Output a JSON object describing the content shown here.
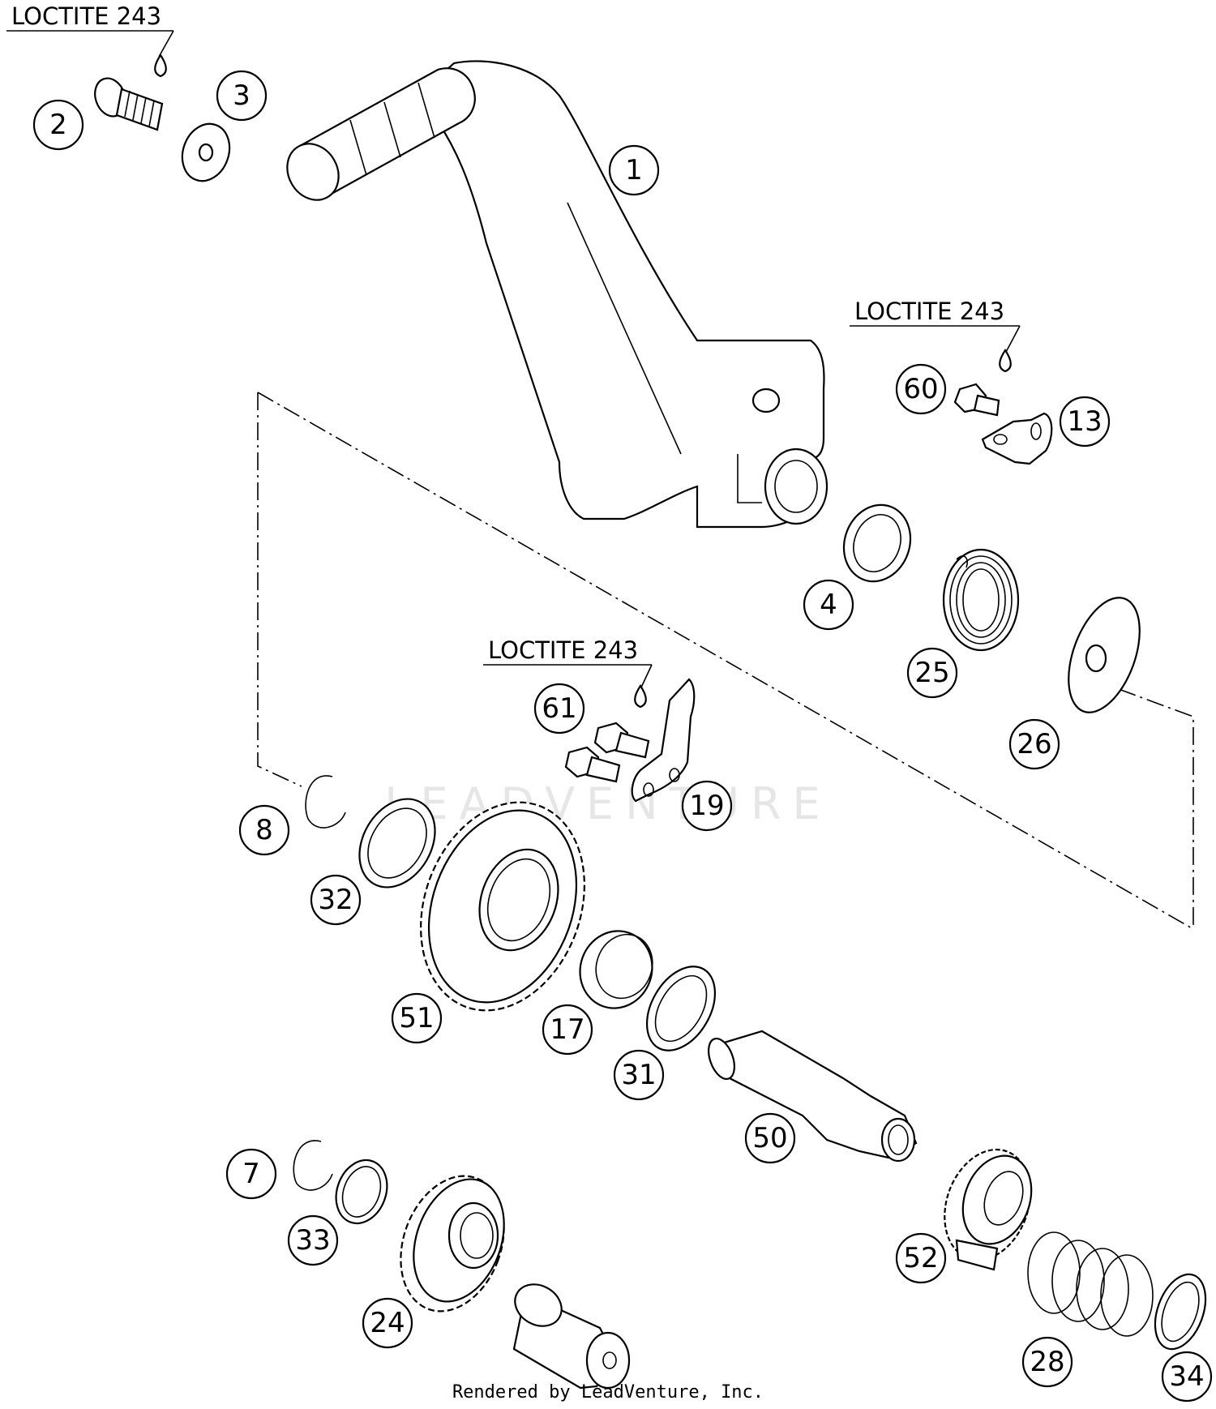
{
  "diagram": {
    "loctite_notes": [
      "LOCTITE 243",
      "LOCTITE 243",
      "LOCTITE 243"
    ],
    "callouts": [
      "1",
      "2",
      "3",
      "4",
      "7",
      "8",
      "13",
      "17",
      "19",
      "24",
      "25",
      "26",
      "28",
      "31",
      "32",
      "33",
      "34",
      "50",
      "51",
      "52",
      "60",
      "61"
    ],
    "watermark": "LEADVENTURE",
    "footer": "Rendered by LeadVenture, Inc."
  }
}
